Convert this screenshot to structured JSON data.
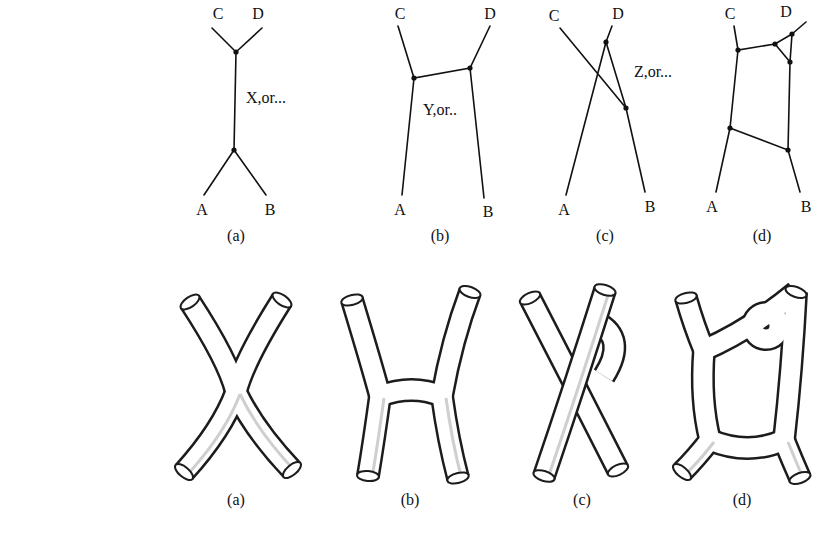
{
  "diagram": {
    "labels": [
      "C",
      "D",
      "X,or...",
      "A",
      "B",
      "(a)",
      "C",
      "D",
      "Y,or..",
      "A",
      "B",
      "(b)",
      "C",
      "D",
      "Z,or...",
      "A",
      "B",
      "(c)",
      "C",
      "D",
      "A",
      "B",
      "(d)",
      "(a)",
      "(b)",
      "(c)",
      "(d)"
    ]
  }
}
